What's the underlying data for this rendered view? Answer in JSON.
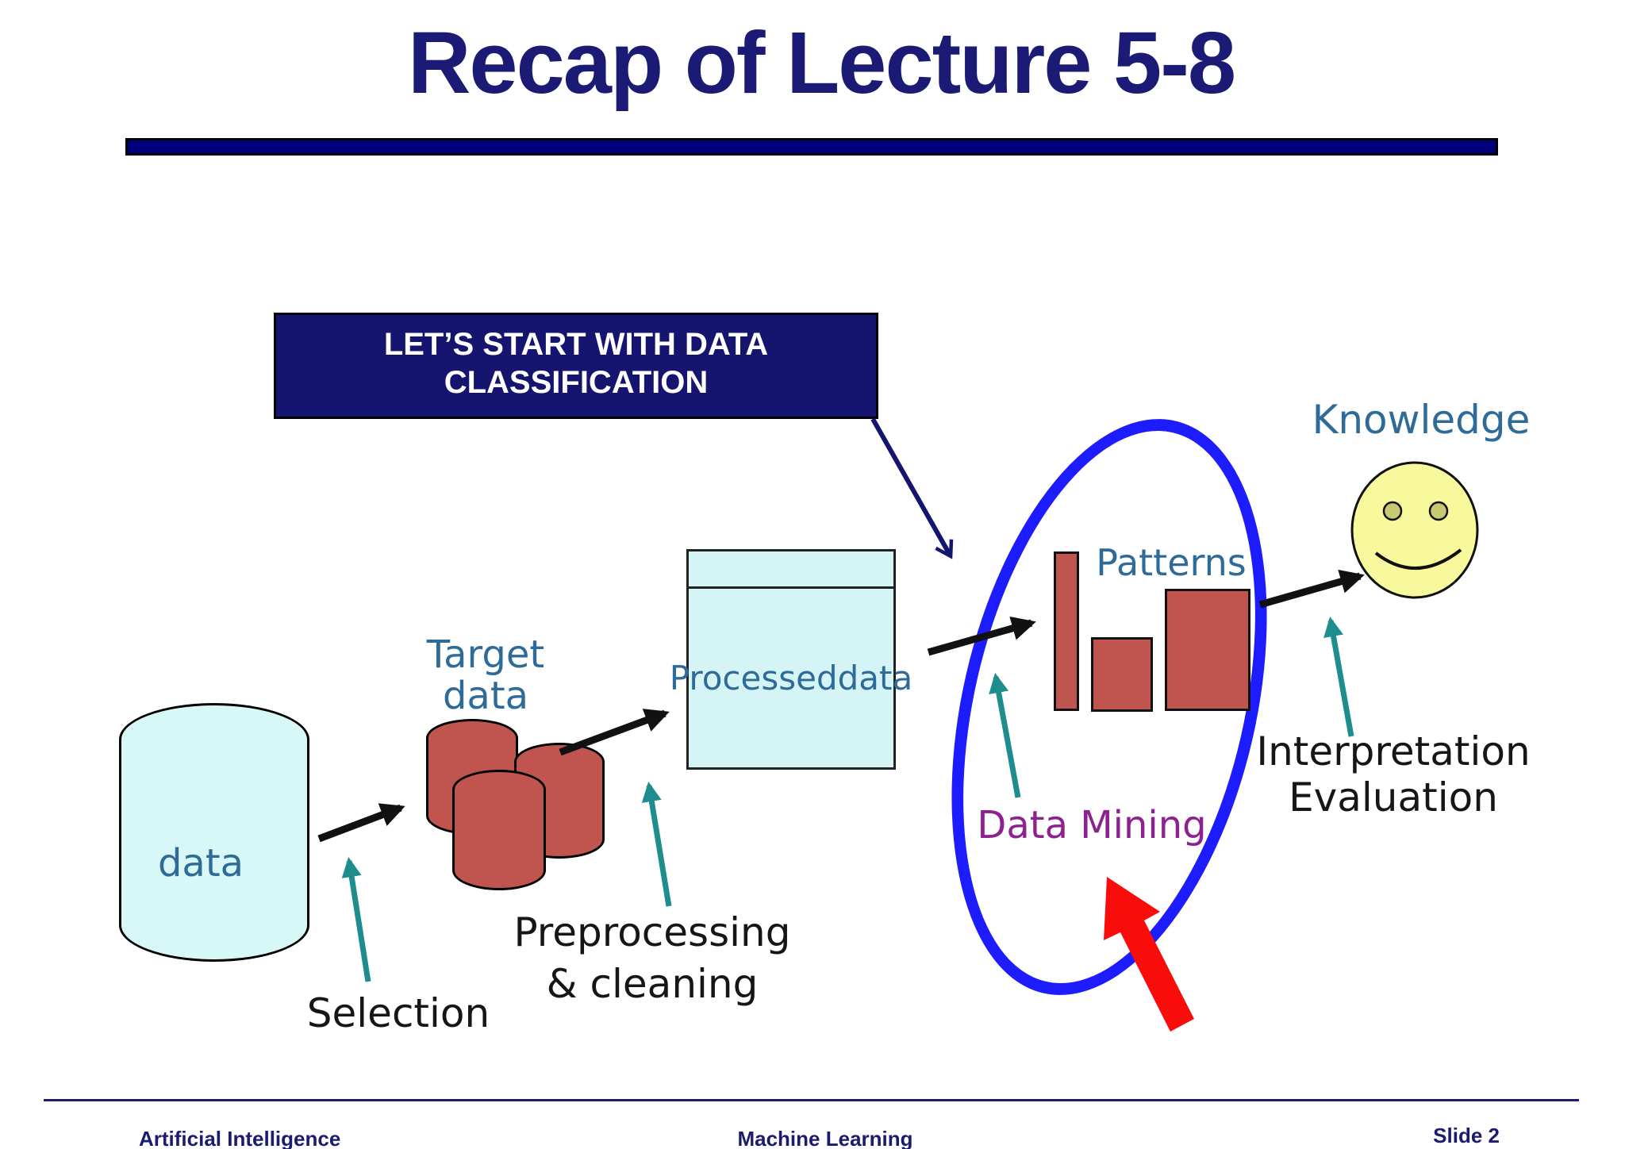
{
  "slide": {
    "title": "Recap of Lecture 5-8",
    "callout": {
      "line1": "LET’S START WITH DATA",
      "line2": "CLASSIFICATION"
    },
    "labels": {
      "data": "data",
      "selection": "Selection",
      "target_line1": "Target",
      "target_line2": "data",
      "preprocessing_line1": "Preprocessing",
      "preprocessing_line2": "& cleaning",
      "processed_line1": "Processed",
      "processed_line2": "data",
      "data_mining": "Data Mining",
      "patterns": "Patterns",
      "interpretation_line1": "Interpretation",
      "interpretation_line2": "Evaluation",
      "knowledge": "Knowledge"
    },
    "footer": {
      "left": "Artificial Intelligence",
      "center": "Machine Learning",
      "right": "Slide 2"
    }
  },
  "icons": {
    "knowledge": "smiley-face-icon",
    "data_store": "database-cylinder-icon",
    "patterns": "bar-chart-icon",
    "emphasis": "red-arrow-icon"
  },
  "colors": {
    "navy": "#151570",
    "rule_navy": "#00007d",
    "steel": "#2e6b99",
    "teal": "#1e8d8d",
    "purple": "#8e2190",
    "red": "#f90d0b",
    "maroon": "#c0544e",
    "cyl_cyan": "#d8f7f7",
    "box_cyan": "#d4f4f6",
    "ellipse_blue": "#1c1cfe",
    "smiley": "#f8f89c",
    "ink": "#161616",
    "footer_navy": "#1b1b6f"
  }
}
